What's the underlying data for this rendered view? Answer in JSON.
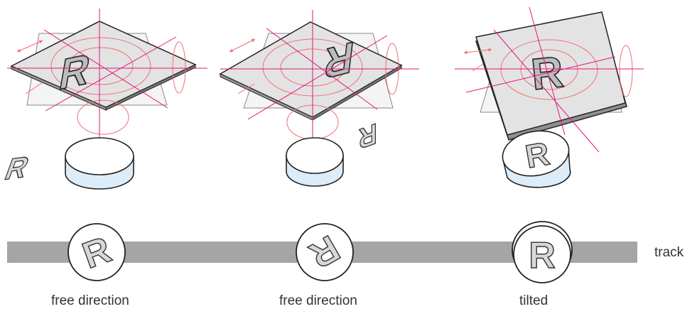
{
  "track_label": "track",
  "captions": [
    "free direction",
    "free direction",
    "tilted"
  ],
  "glyph": "R",
  "colors": {
    "plate_fill": "#e3e3e3",
    "plate_back": "#f4f4f4",
    "axis_line": "#e2157a",
    "rotation_ring": "#f26d73",
    "puck_side": "#dcecf8",
    "puck_top": "#ffffff",
    "track_fill": "#a5a5a5",
    "outline": "#222222",
    "glyph_fill": "#d8d8d8"
  }
}
